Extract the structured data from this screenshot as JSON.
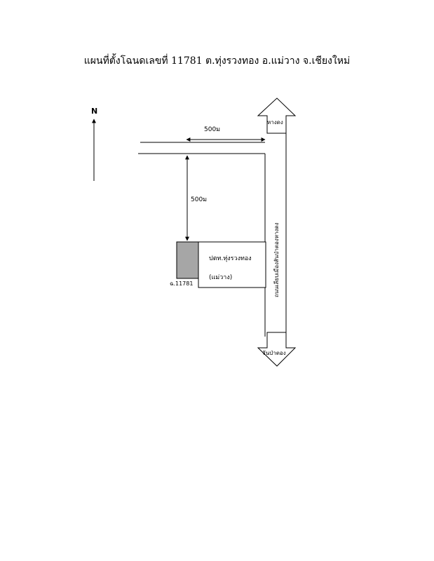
{
  "title": "แผนที่ตั้งโฉนดเลขที่ 11781 ต.ทุ่งรวงทอง อ.แม่วาง จ.เชียงใหม่",
  "north_label": "N",
  "distance_horizontal": "500ม",
  "distance_vertical": "500ม",
  "office_label_line1": "ปตท.ทุ่งรวงทอง",
  "office_label_line2": "(แม่วาง)",
  "parcel_label": "ฉ.11781",
  "arrow_up_label": "หางดง",
  "arrow_down_label": "จันป่าตอง",
  "road_label": "ถนนเลียบเมืองสันป่าตองหางดง",
  "colors": {
    "parcel_fill": "#a6a6a6",
    "line": "#000000"
  }
}
